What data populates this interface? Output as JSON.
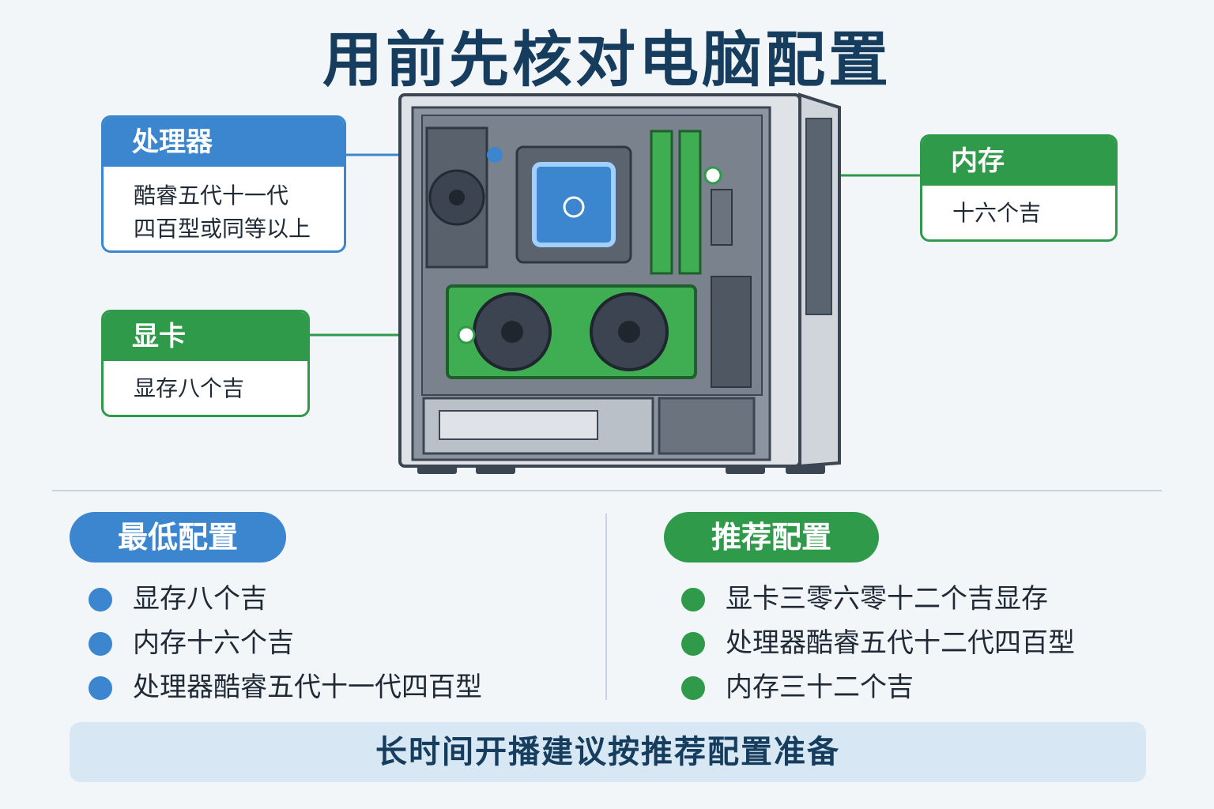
{
  "title": "用前先核对电脑配置",
  "callouts": {
    "cpu": {
      "label": "处理器",
      "lines": [
        "酷睿五代十一代",
        "四百型或同等以上"
      ]
    },
    "ram": {
      "label": "内存",
      "lines": [
        "十六个吉"
      ]
    },
    "gpu": {
      "label": "显卡",
      "lines": [
        "显存八个吉"
      ]
    }
  },
  "minimum": {
    "label": "最低配置",
    "items": [
      "显存八个吉",
      "内存十六个吉",
      "处理器酷睿五代十一代四百型"
    ]
  },
  "recommended": {
    "label": "推荐配置",
    "items": [
      "显卡三零六零十二个吉显存",
      "处理器酷睿五代十二代四百型",
      "内存三十二个吉"
    ]
  },
  "banner": "长时间开播建议按推荐配置准备",
  "colors": {
    "blue": "#3b86cf",
    "green": "#2f9a4a",
    "title": "#163d5e"
  },
  "icons": [
    "pc-case-illustration",
    "cpu-icon",
    "ram-icon",
    "graphics-card-icon",
    "fan-icon"
  ]
}
